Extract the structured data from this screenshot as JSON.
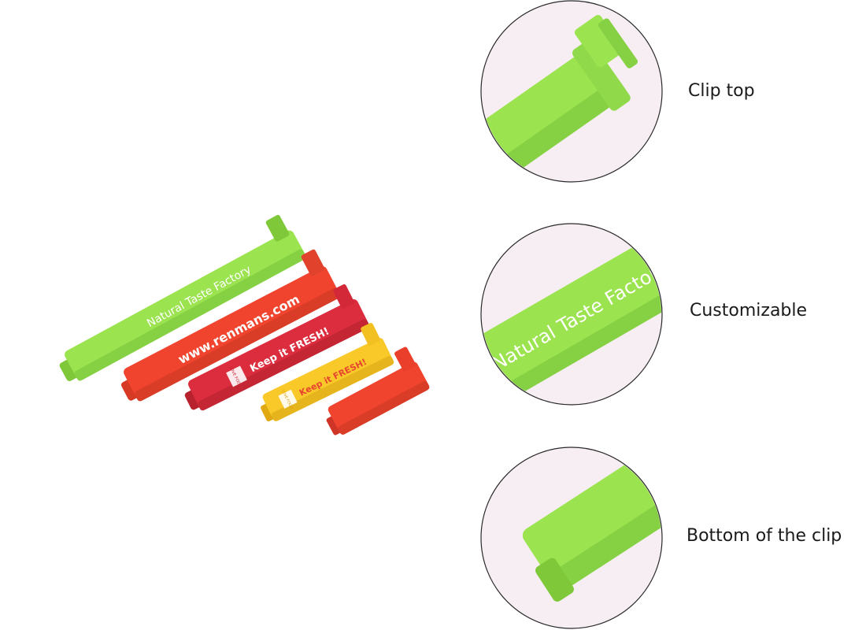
{
  "clip_prints": [
    {
      "text": "Natural Taste Factory"
    },
    {
      "text": "www.renmans.com"
    },
    {
      "text": "Keep it FRESH!",
      "badge": "LOVE FOOD"
    },
    {
      "text": "Keep it FRESH!",
      "badge": "LOVE FOOD"
    },
    {
      "text": ""
    }
  ],
  "details": [
    {
      "label": "Clip top"
    },
    {
      "label": "Customizable",
      "print": "Natural Taste Factory"
    },
    {
      "label": "Bottom of the clip"
    }
  ],
  "colors": {
    "green": "#9be34f",
    "green_dark": "#7ec83a",
    "red": "#f0442e",
    "crimson": "#dc2d3e",
    "yellow": "#f9c92a",
    "circle_bg": "#f6eef3"
  }
}
